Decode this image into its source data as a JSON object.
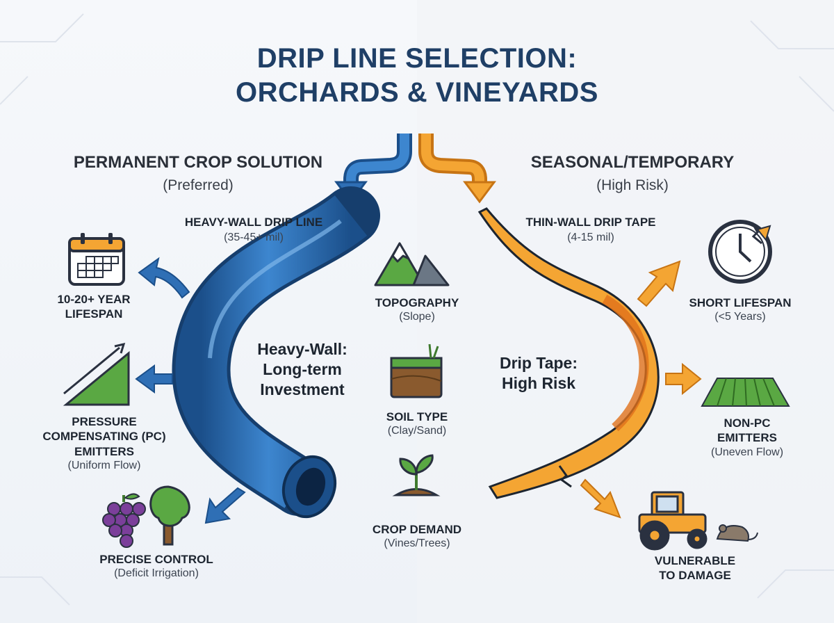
{
  "title": {
    "line1": "DRIP LINE SELECTION:",
    "line2": "ORCHARDS & VINEYARDS"
  },
  "left": {
    "heading": "PERMANENT CROP SOLUTION",
    "heading_sub": "(Preferred)",
    "pipe_label": "HEAVY-WALL DRIP LINE",
    "pipe_spec": "(35-45+ mil)",
    "center_label": {
      "line1": "Heavy-Wall:",
      "line2": "Long-term",
      "line3": "Investment"
    },
    "benefits": [
      {
        "line1": "10-20+ YEAR",
        "line2": "LIFESPAN"
      },
      {
        "line1": "PRESSURE",
        "line2": "COMPENSATING (PC)",
        "line3": "EMITTERS",
        "note": "(Uniform Flow)"
      },
      {
        "line1": "PRECISE CONTROL",
        "note": "(Deficit Irrigation)"
      }
    ]
  },
  "right": {
    "heading": "SEASONAL/TEMPORARY",
    "heading_sub": "(High Risk)",
    "tape_label": "THIN-WALL DRIP TAPE",
    "tape_spec": "(4-15 mil)",
    "center_label": {
      "line1": "Drip Tape:",
      "line2": "High Risk"
    },
    "risks": [
      {
        "line1": "SHORT LIFESPAN",
        "note": "(<5 Years)"
      },
      {
        "line1": "NON-PC",
        "line2": "EMITTERS",
        "note": "(Uneven Flow)"
      },
      {
        "line1": "VULNERABLE",
        "line2": "TO DAMAGE"
      }
    ]
  },
  "factors": [
    {
      "label": "TOPOGRAPHY",
      "note": "(Slope)"
    },
    {
      "label": "SOIL TYPE",
      "note": "(Clay/Sand)"
    },
    {
      "label": "CROP DEMAND",
      "note": "(Vines/Trees)"
    }
  ],
  "colors": {
    "blue": "#2f6fb5",
    "blue_dark": "#1b4f8a",
    "orange": "#f4a533",
    "orange_dark": "#e07a1f",
    "navy": "#1f3f66"
  }
}
